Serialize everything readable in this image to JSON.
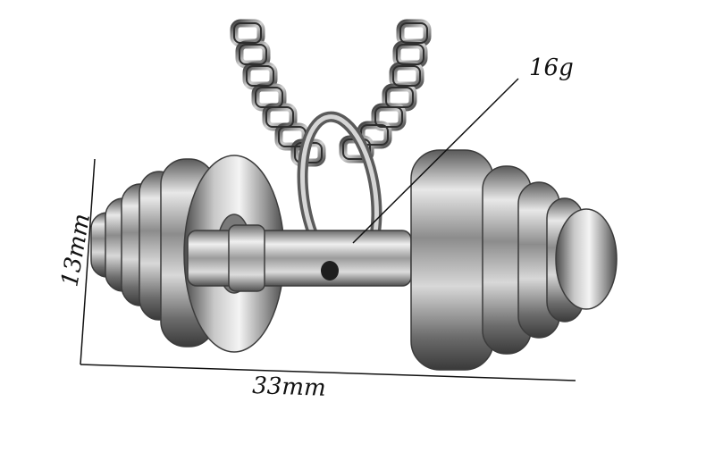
{
  "product_photo": {
    "subject": "dumbbell-pendant-on-box-chain",
    "weight_label": "16g",
    "height_label": "13mm",
    "width_label": "33mm",
    "colors": {
      "metal_dark": "#3a3a3a",
      "metal_mid": "#9a9a9a",
      "metal_light": "#f2f2f2",
      "annotation": "#111111",
      "background": "#ffffff"
    }
  }
}
